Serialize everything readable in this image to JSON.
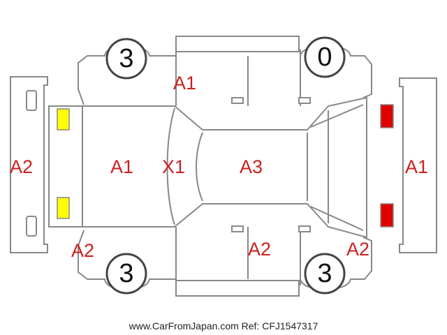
{
  "tires": {
    "front_left": "3",
    "front_right": "0",
    "rear_left": "3",
    "rear_right": "3"
  },
  "labels": {
    "front_bumper": "A2",
    "hood": "A1",
    "windshield": "X1",
    "roof": "A3",
    "rear_bumper": "A1",
    "top_front_door": "A1",
    "bottom_front_fender": "A2",
    "bottom_rear_door": "A2",
    "bottom_rear_fender": "A2"
  },
  "light_colors": {
    "headlight": "#ffff00",
    "taillight": "#e00000",
    "marker": "#cc1f1f",
    "outline": "#888888"
  },
  "footer": "www.CarFromJapan.com Ref: CFJ1547317"
}
